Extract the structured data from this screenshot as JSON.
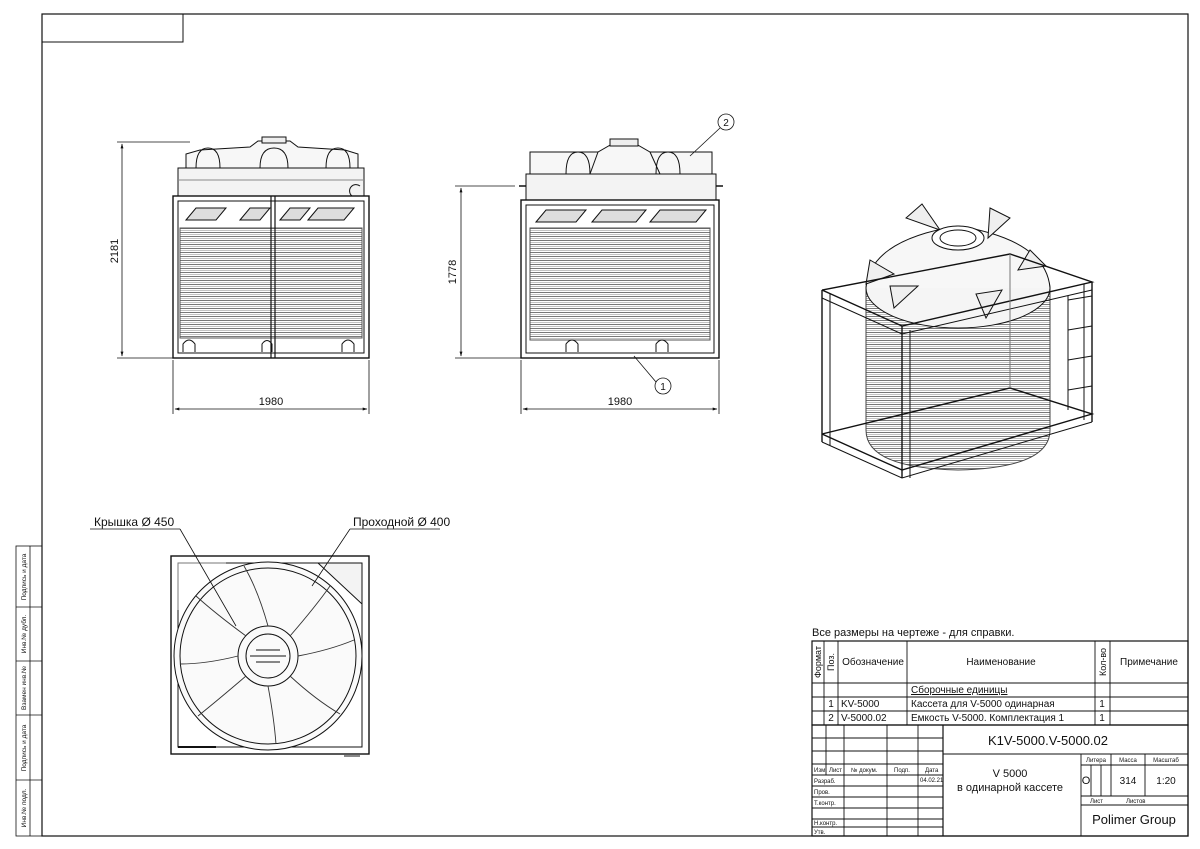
{
  "side_stamps": [
    "Подпись и дата",
    "Инв.№ дубл.",
    "Взамен инв.№",
    "Подпись и дата",
    "Инв.№ подл."
  ],
  "views": {
    "front": {
      "height_dim": "2181",
      "width_dim": "1980"
    },
    "side": {
      "height_dim": "1778",
      "width_dim": "1980",
      "callout_1": "1",
      "callout_2": "2"
    },
    "top": {
      "lid_label": "Крышка Ø 450",
      "passage_label": "Проходной Ø 400"
    }
  },
  "note": "Все размеры на чертеже - для справки.",
  "spec": {
    "headers": {
      "format": "Формат",
      "pos": "Поз.",
      "designation": "Обозначение",
      "name": "Наименование",
      "qty": "Кол-во",
      "remark": "Примечание"
    },
    "section": "Сборочные единицы",
    "rows": [
      {
        "pos": "1",
        "designation": "KV-5000",
        "name": "Кассета для V-5000 одинарная",
        "qty": "1"
      },
      {
        "pos": "2",
        "designation": "V-5000.02",
        "name": "Емкость V-5000. Комплектация 1",
        "qty": "1"
      }
    ]
  },
  "title_block": {
    "doc_code": "K1V-5000.V-5000.02",
    "product_line1": "V 5000",
    "product_line2": "в одинарной кассете",
    "col_izm": "Изм.",
    "col_list": "Лист",
    "col_doc": "№ докум.",
    "col_sign": "Подп.",
    "col_date": "Дата",
    "razrab": "Разраб.",
    "razrab_date": "04.02.21",
    "prov": "Пров.",
    "tkontr": "Т.контр.",
    "nkontr": "Н.контр.",
    "utv": "Утв.",
    "litera_label": "Литера",
    "mass_label": "Масса",
    "scale_label": "Масштаб",
    "litera": "О",
    "mass": "314",
    "scale": "1:20",
    "sheet_label": "Лист",
    "sheets_label": "Листов",
    "company": "Polimer Group"
  }
}
